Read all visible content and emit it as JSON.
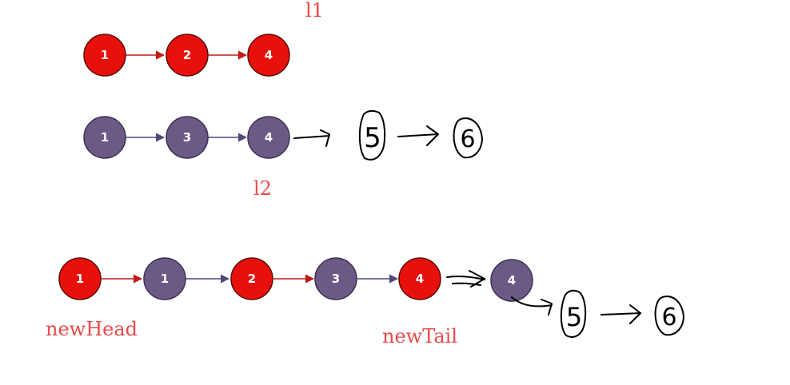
{
  "colors": {
    "red_node": "#e8100b",
    "red_node_stroke": "#5a0b06",
    "purple_node": "#6c5a86",
    "purple_node_stroke": "#3c2f52",
    "red_edge": "#c21a18",
    "purple_edge": "#55467a",
    "label_red": "#e84a4a"
  },
  "labels": {
    "l1": "l1",
    "l2": "l2",
    "new_head": "newHead",
    "new_tail": "newTail"
  },
  "list1": {
    "nodes": [
      "1",
      "2",
      "4"
    ]
  },
  "list2": {
    "nodes": [
      "1",
      "3",
      "4"
    ],
    "handwritten_tail": [
      "5",
      "6"
    ]
  },
  "merged": {
    "nodes": [
      {
        "value": "1",
        "from": "l1"
      },
      {
        "value": "1",
        "from": "l2"
      },
      {
        "value": "2",
        "from": "l1"
      },
      {
        "value": "3",
        "from": "l2"
      },
      {
        "value": "4",
        "from": "l1"
      }
    ],
    "appended_node": {
      "value": "4",
      "from": "l2"
    },
    "handwritten_tail": [
      "5",
      "6"
    ]
  }
}
